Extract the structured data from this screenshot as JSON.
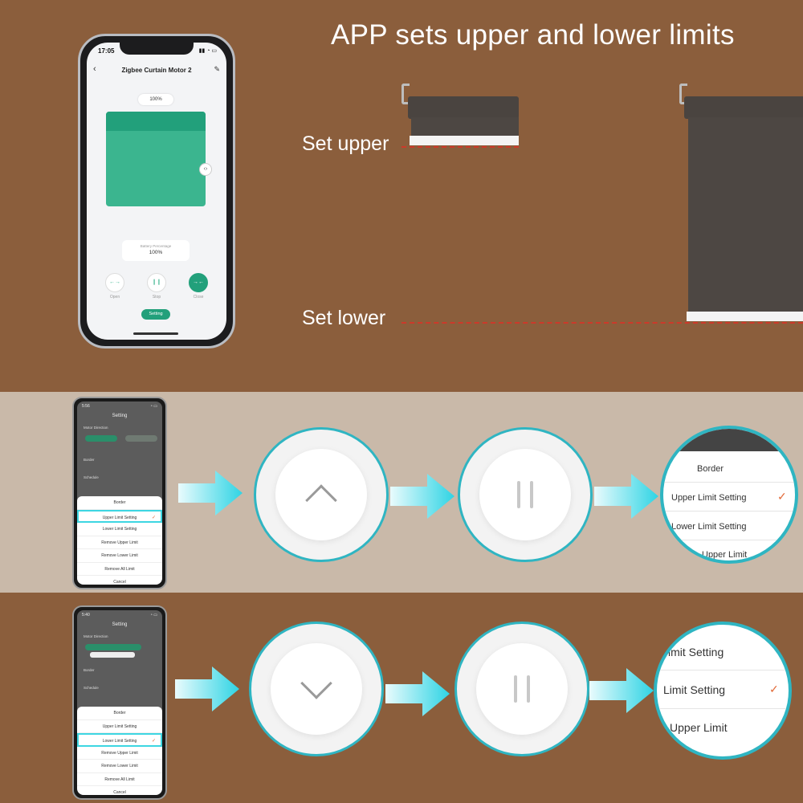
{
  "headline": "APP sets upper and lower limits",
  "main_phone": {
    "time": "17:05",
    "title": "Zigbee  Curtain Motor  2",
    "percent": "100%",
    "battery_label": "Battery Percentage",
    "battery_value": "100%",
    "open_label": "Open",
    "stop_label": "Stop",
    "close_label": "Close",
    "setting_label": "Setting"
  },
  "limits": {
    "upper_label": "Set upper",
    "lower_label": "Set lower"
  },
  "upper_flow": {
    "phone": {
      "title": "Setting",
      "rows": [
        "Motor Direction",
        "Border",
        "Schedule"
      ],
      "menu": [
        "Border",
        "Upper Limit Setting",
        "Lower Limit Setting",
        "Remove Upper Limit",
        "Remove Lower Limit",
        "Remove All Limit",
        "Cancel"
      ],
      "selected_index": 1
    },
    "zoom_items": [
      "Border",
      "Upper Limit Setting",
      "Lower Limit Setting",
      "Upper Limit"
    ]
  },
  "lower_flow": {
    "phone": {
      "title": "Setting",
      "rows": [
        "Motor Direction",
        "Border",
        "Schedule"
      ],
      "menu": [
        "Border",
        "Upper Limit Setting",
        "Lower Limit Setting",
        "Remove Upper Limit",
        "Remove Lower Limit",
        "Remove All Limit",
        "Cancel"
      ],
      "selected_index": 2
    },
    "zoom_items": [
      "imit Setting",
      "Limit Setting",
      "Upper Limit"
    ]
  },
  "colors": {
    "brown": "#8b5e3c",
    "beige": "#c9b9a9",
    "accent_green": "#22a07b",
    "cyan": "#2fb5c2",
    "check_orange": "#e26b3a",
    "dash_red": "#cc3a2a"
  }
}
